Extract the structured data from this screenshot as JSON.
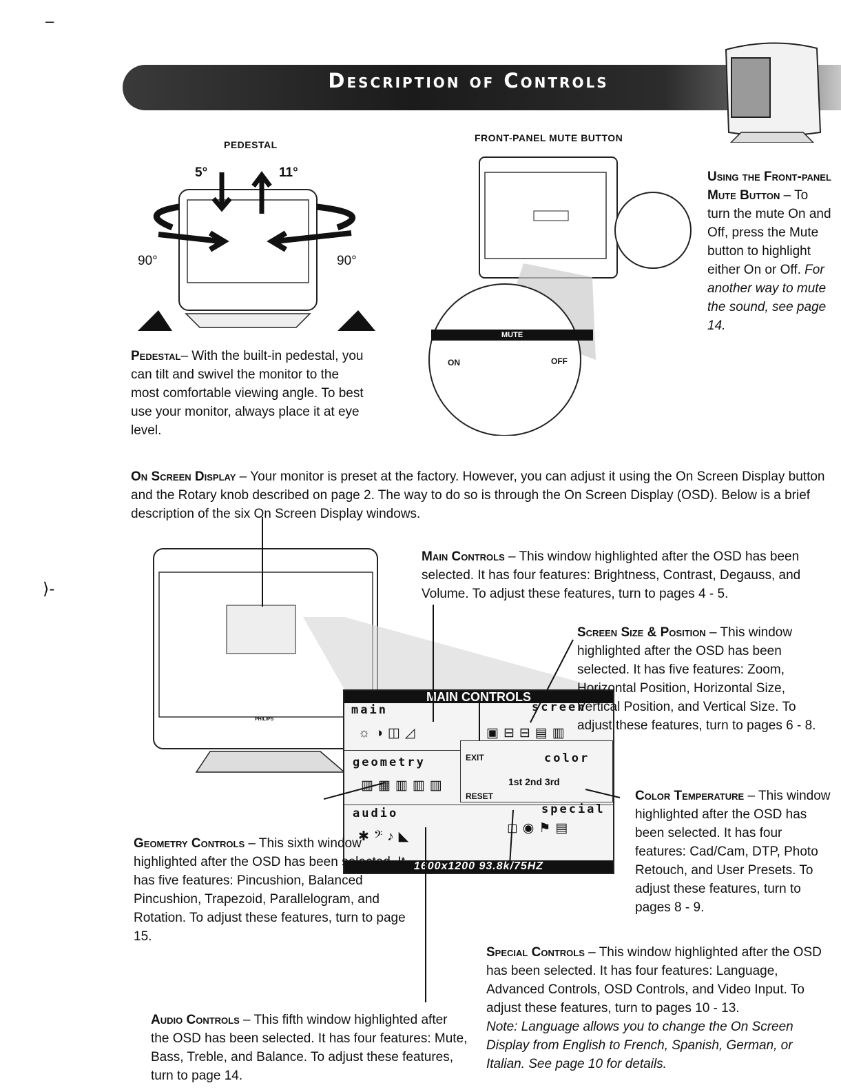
{
  "page": {
    "dash": "–",
    "margin_mark": "⟩-"
  },
  "banner": {
    "title": "Description of Controls"
  },
  "pedestal": {
    "caption": "PEDESTAL",
    "angles": {
      "tilt_back": "5°",
      "tilt_fwd": "11°",
      "swivel_left": "90°",
      "swivel_right": "90°"
    },
    "text_heading": "Pedestal",
    "text_body": "– With the built-in pedestal, you can tilt and swivel the monitor to the most comfortable viewing angle. To best use your monitor, always place it at eye level."
  },
  "mute": {
    "caption": "FRONT-PANEL MUTE BUTTON",
    "bar_label": "MUTE",
    "on_label": "ON",
    "off_label": "OFF",
    "text_heading": "Using the Front-panel Mute Button",
    "text_body": " – To turn the mute On and Off, press the Mute button to highlight either On or Off.",
    "text_note": "For another way to mute the sound, see page 14."
  },
  "osd_intro": {
    "heading": "On Screen Display",
    "body": " – Your monitor is preset at the factory. However, you can adjust it using the On Screen Display button and the Rotary knob described on page 2. The way to do so is through the On Screen Display (OSD). Below is a brief description of the six On Screen Display windows."
  },
  "osd_window": {
    "title": "MAIN CONTROLS",
    "footer": "1600x1200  93.8k/75HZ",
    "cells": {
      "main": "main",
      "screen": "screen",
      "geometry": "geometry",
      "color": "color",
      "audio": "audio",
      "special": "special",
      "exit": "EXIT",
      "reset": "RESET"
    },
    "color_icons": "1st 2nd 3rd",
    "monitor_brand": "PHILIPS"
  },
  "descriptions": {
    "main": {
      "heading": "Main Controls",
      "body": " – This window highlighted after the OSD has been selected. It has four features: Brightness, Contrast, Degauss, and Volume. To adjust these features, turn to pages 4 - 5."
    },
    "screen": {
      "heading": "Screen Size & Position",
      "body": " – This window highlighted after the OSD has been selected. It has five features: Zoom, Horizontal Position, Horizontal Size, Vertical Position, and Vertical Size. To adjust these features, turn to pages 6 - 8."
    },
    "color": {
      "heading": "Color Temperature",
      "body": " – This window highlighted after the OSD has been selected. It has four features: Cad/Cam, DTP, Photo Retouch, and User Presets. To adjust these features, turn to pages 8 - 9."
    },
    "geometry": {
      "heading": "Geometry Controls",
      "body": " – This sixth window highlighted after the OSD has been selected. It has five features: Pincushion, Balanced Pincushion, Trapezoid, Parallelogram, and Rotation. To adjust these features, turn to page 15."
    },
    "special": {
      "heading": "Special Controls",
      "body": " – This window highlighted after the OSD has been selected. It has four features: Language, Advanced Controls, OSD Controls, and Video Input. To adjust these features, turn to pages 10 - 13.",
      "note": "Note: Language allows you to change the On Screen Display from English to French, Spanish, German, or Italian. See page 10 for details."
    },
    "audio": {
      "heading": "Audio Controls",
      "body": " – This fifth window highlighted after the OSD has been selected. It has four features: Mute, Bass, Treble, and Balance. To adjust these features, turn to page 14."
    }
  }
}
